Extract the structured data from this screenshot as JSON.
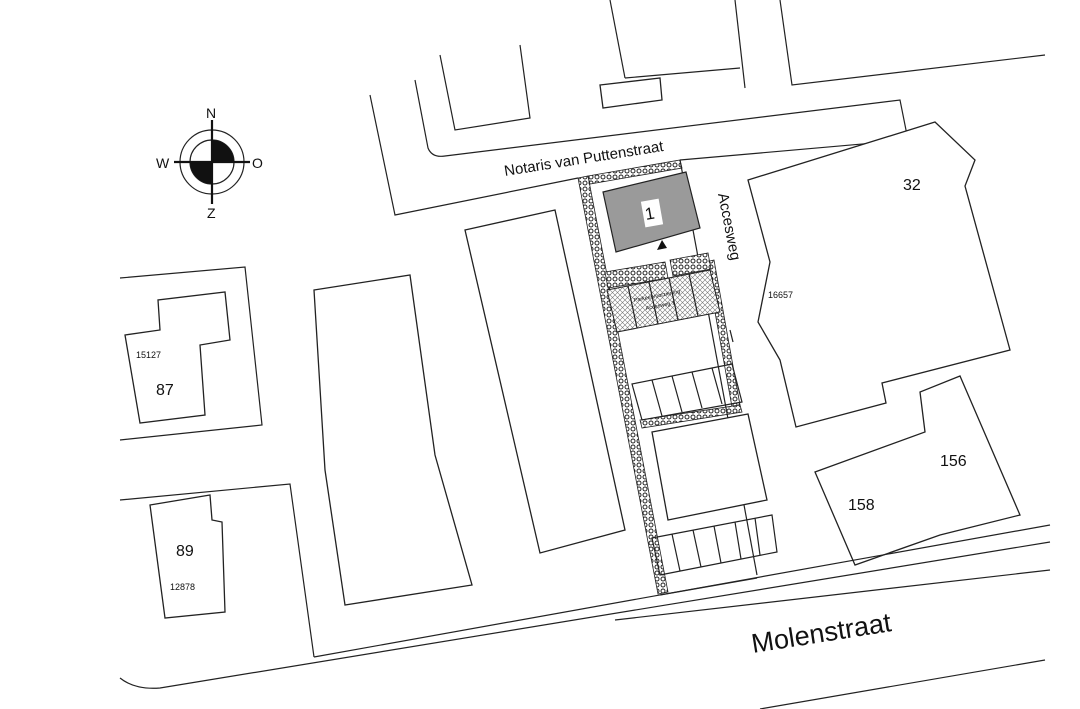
{
  "streets": {
    "north": "Notaris van Puttenstraat",
    "south": "Molenstraat",
    "access": "Accesweg"
  },
  "compass": {
    "north": "N",
    "east": "O",
    "south": "Z",
    "west": "W"
  },
  "plot": {
    "building_number": "1",
    "parking_label_line1": "Parkeervoorziening",
    "parking_label_line2": "Accesweg 1"
  },
  "buildings": [
    {
      "number": "32"
    },
    {
      "number": "16657"
    },
    {
      "number": "156"
    },
    {
      "number": "158"
    },
    {
      "number": "87",
      "parcel": "15127"
    },
    {
      "number": "89",
      "parcel": "12878"
    }
  ],
  "colors": {
    "building_fill": "#9a9a9a",
    "line": "#222222"
  }
}
